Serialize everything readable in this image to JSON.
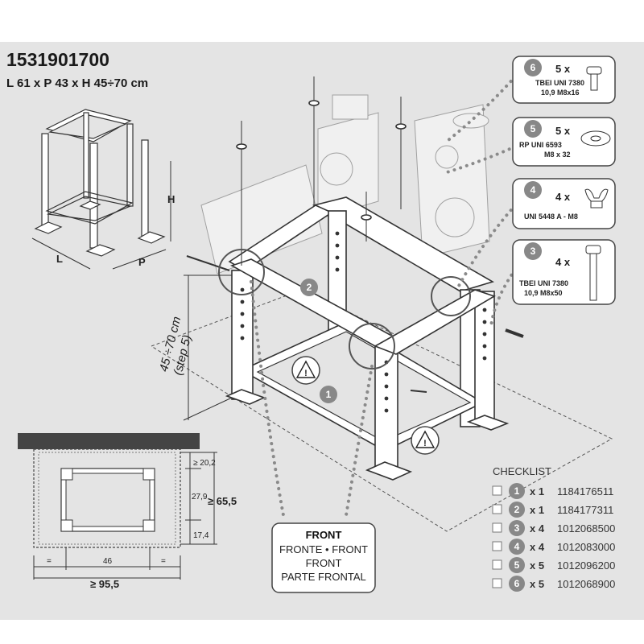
{
  "header": {
    "code": "1531901700",
    "dimensions": "L 61 x P 43 x H 45÷70 cm"
  },
  "overview": {
    "label_h": "H",
    "label_l": "L",
    "label_p": "P"
  },
  "height_note": {
    "range": "45 ÷70 cm",
    "step": "(step 5)"
  },
  "callouts": [
    "1",
    "2"
  ],
  "hardware": [
    {
      "num": "6",
      "qty": "5 x",
      "line1": "TBEI UNI 7380",
      "line2": "10,9 M8x16",
      "icon": "short-bolt-icon"
    },
    {
      "num": "5",
      "qty": "5 x",
      "line1": "RP UNI 6593",
      "line2": "M8 x 32",
      "icon": "washer-icon"
    },
    {
      "num": "4",
      "qty": "4 x",
      "line1": "UNI 5448 A - M8",
      "line2": "",
      "icon": "wing-nut-icon"
    },
    {
      "num": "3",
      "qty": "4 x",
      "line1": "TBEI UNI 7380",
      "line2": "10,9 M8x50",
      "icon": "long-bolt-icon"
    }
  ],
  "plan": {
    "d_top": "≥ 20,2",
    "d_mid": "27,9",
    "d_depth": "≥ 65,5",
    "d_bottom": "17,4",
    "d_inner": "46",
    "d_width": "≥ 95,5",
    "eq": "="
  },
  "front": {
    "title": "FRONT",
    "line1": "FRONTE • FRONT",
    "line2": "FRONT",
    "line3": "PARTE FRONTAL"
  },
  "checklist": {
    "title": "CHECKLIST",
    "items": [
      {
        "num": "1",
        "qty": "x 1",
        "code": "1184176511"
      },
      {
        "num": "2",
        "qty": "x 1",
        "code": "1184177311"
      },
      {
        "num": "3",
        "qty": "x 4",
        "code": "1012068500"
      },
      {
        "num": "4",
        "qty": "x 4",
        "code": "1012083000"
      },
      {
        "num": "5",
        "qty": "x 5",
        "code": "1012096200"
      },
      {
        "num": "6",
        "qty": "x 5",
        "code": "1012068900"
      }
    ]
  }
}
